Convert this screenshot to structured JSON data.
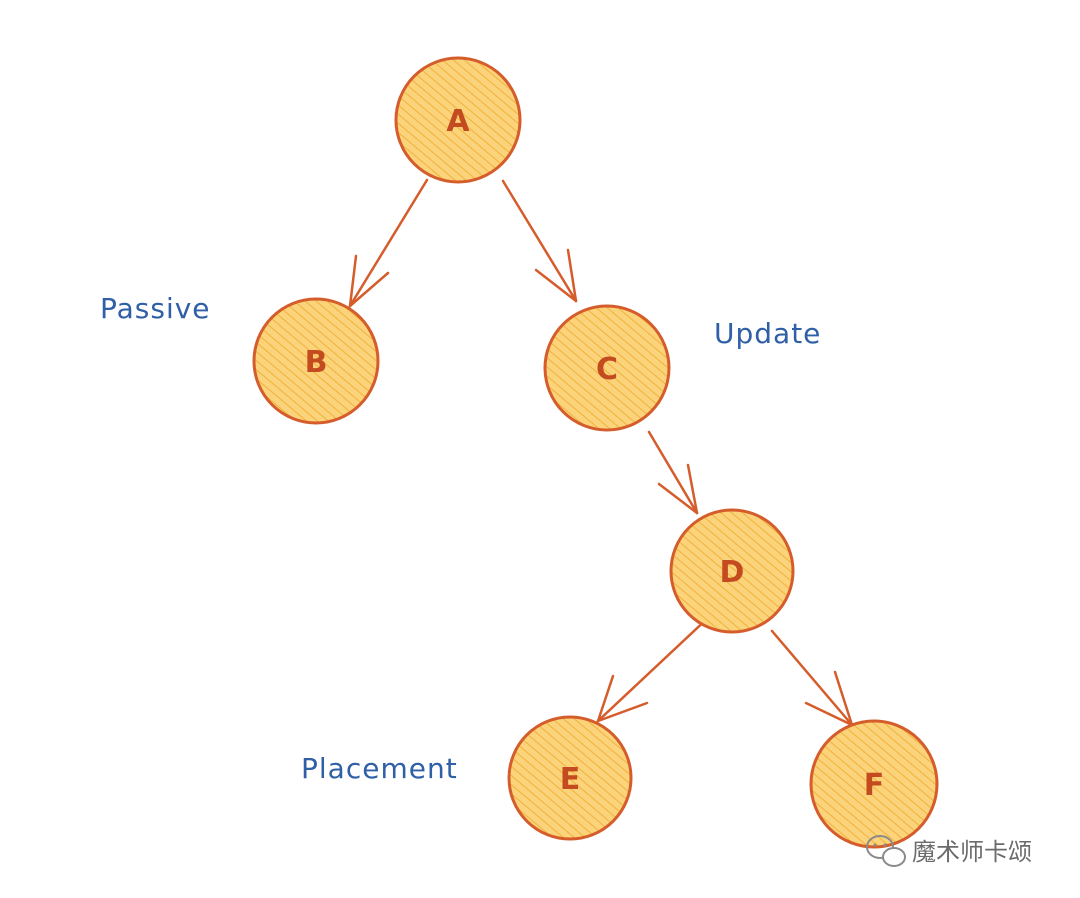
{
  "colors": {
    "fill": "#fbd37a",
    "hatch": "#f2b13c",
    "stroke": "#d55c2b",
    "label_blue": "#2f5fa6",
    "watermark": "#6b6b6b"
  },
  "nodes": [
    {
      "id": "A",
      "label": "A"
    },
    {
      "id": "B",
      "label": "B"
    },
    {
      "id": "C",
      "label": "C"
    },
    {
      "id": "D",
      "label": "D"
    },
    {
      "id": "E",
      "label": "E"
    },
    {
      "id": "F",
      "label": "F"
    }
  ],
  "edges": [
    {
      "from": "A",
      "to": "B"
    },
    {
      "from": "A",
      "to": "C"
    },
    {
      "from": "C",
      "to": "D"
    },
    {
      "from": "D",
      "to": "E"
    },
    {
      "from": "D",
      "to": "F"
    }
  ],
  "flags": {
    "passive": "Passive",
    "update": "Update",
    "placement": "Placement"
  },
  "watermark": {
    "text": "魔术师卡颂",
    "icon": "wechat-icon"
  }
}
